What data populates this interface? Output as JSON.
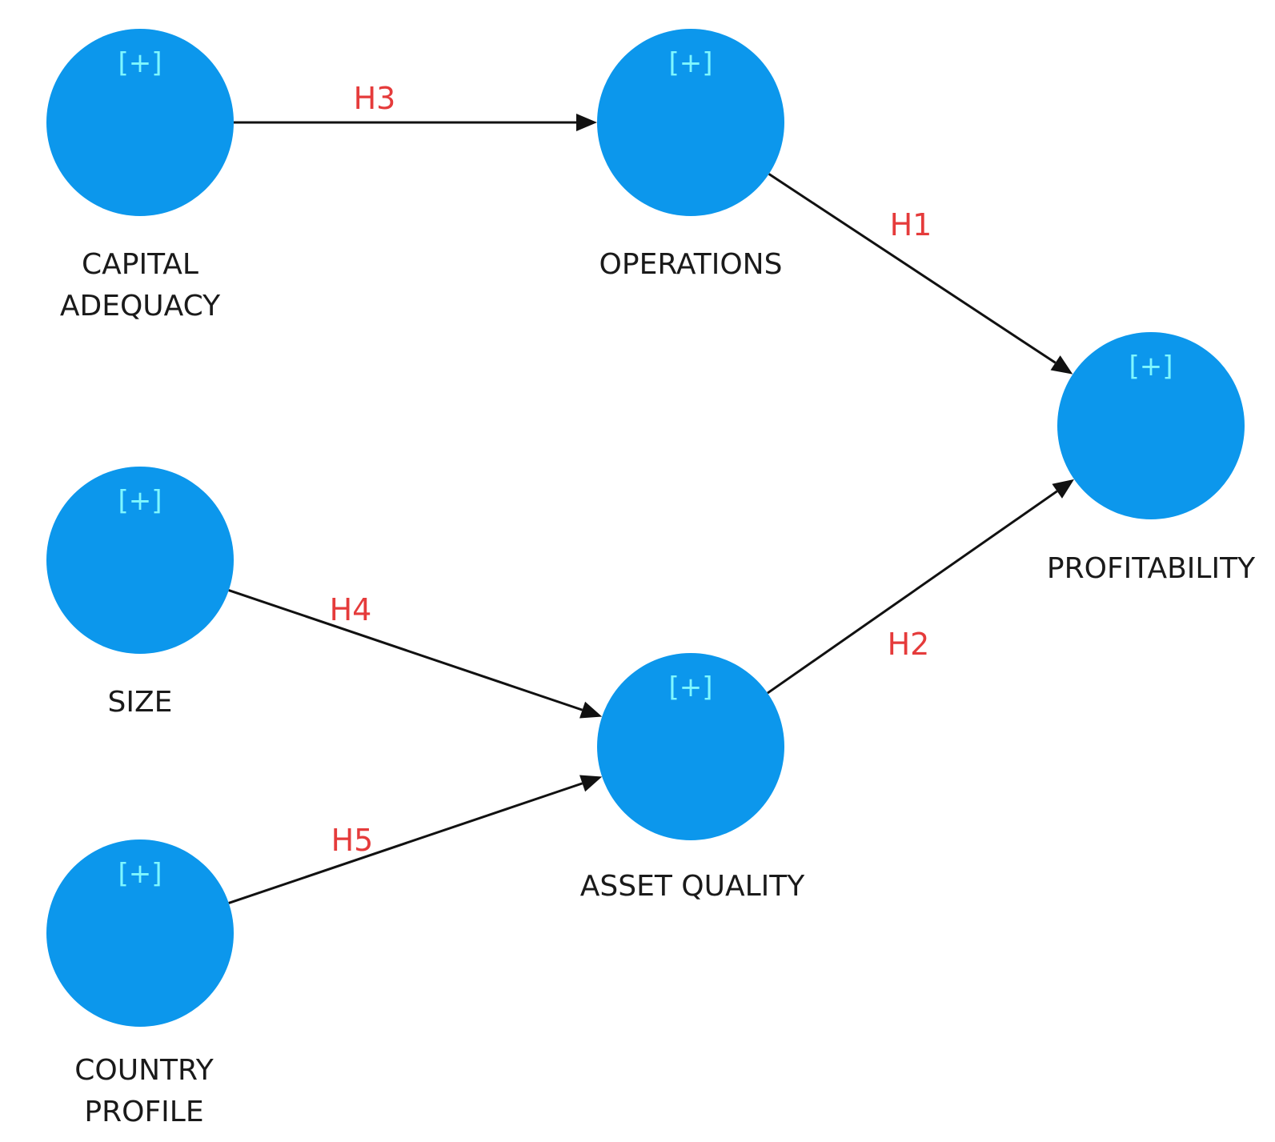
{
  "nodes": [
    {
      "id": "capital-adequacy",
      "label_lines": [
        "CAPITAL",
        "ADEQUACY"
      ],
      "marker": "[+]"
    },
    {
      "id": "operations",
      "label_lines": [
        "OPERATIONS"
      ],
      "marker": "[+]"
    },
    {
      "id": "profitability",
      "label_lines": [
        "PROFITABILITY"
      ],
      "marker": "[+]"
    },
    {
      "id": "size",
      "label_lines": [
        "SIZE"
      ],
      "marker": "[+]"
    },
    {
      "id": "asset-quality",
      "label_lines": [
        "ASSET QUALITY"
      ],
      "marker": "[+]"
    },
    {
      "id": "country-profile",
      "label_lines": [
        "COUNTRY",
        "PROFILE"
      ],
      "marker": "[+]"
    }
  ],
  "edges": [
    {
      "from": "capital-adequacy",
      "to": "operations",
      "label": "H3"
    },
    {
      "from": "operations",
      "to": "profitability",
      "label": "H1"
    },
    {
      "from": "size",
      "to": "asset-quality",
      "label": "H4"
    },
    {
      "from": "country-profile",
      "to": "asset-quality",
      "label": "H5"
    },
    {
      "from": "asset-quality",
      "to": "profitability",
      "label": "H2"
    }
  ],
  "colors": {
    "node_fill": "#0c97ec",
    "marker": "#7ff7ff",
    "edge": "#111111",
    "edge_label": "#e53b3b",
    "node_label": "#1a1a1a"
  }
}
